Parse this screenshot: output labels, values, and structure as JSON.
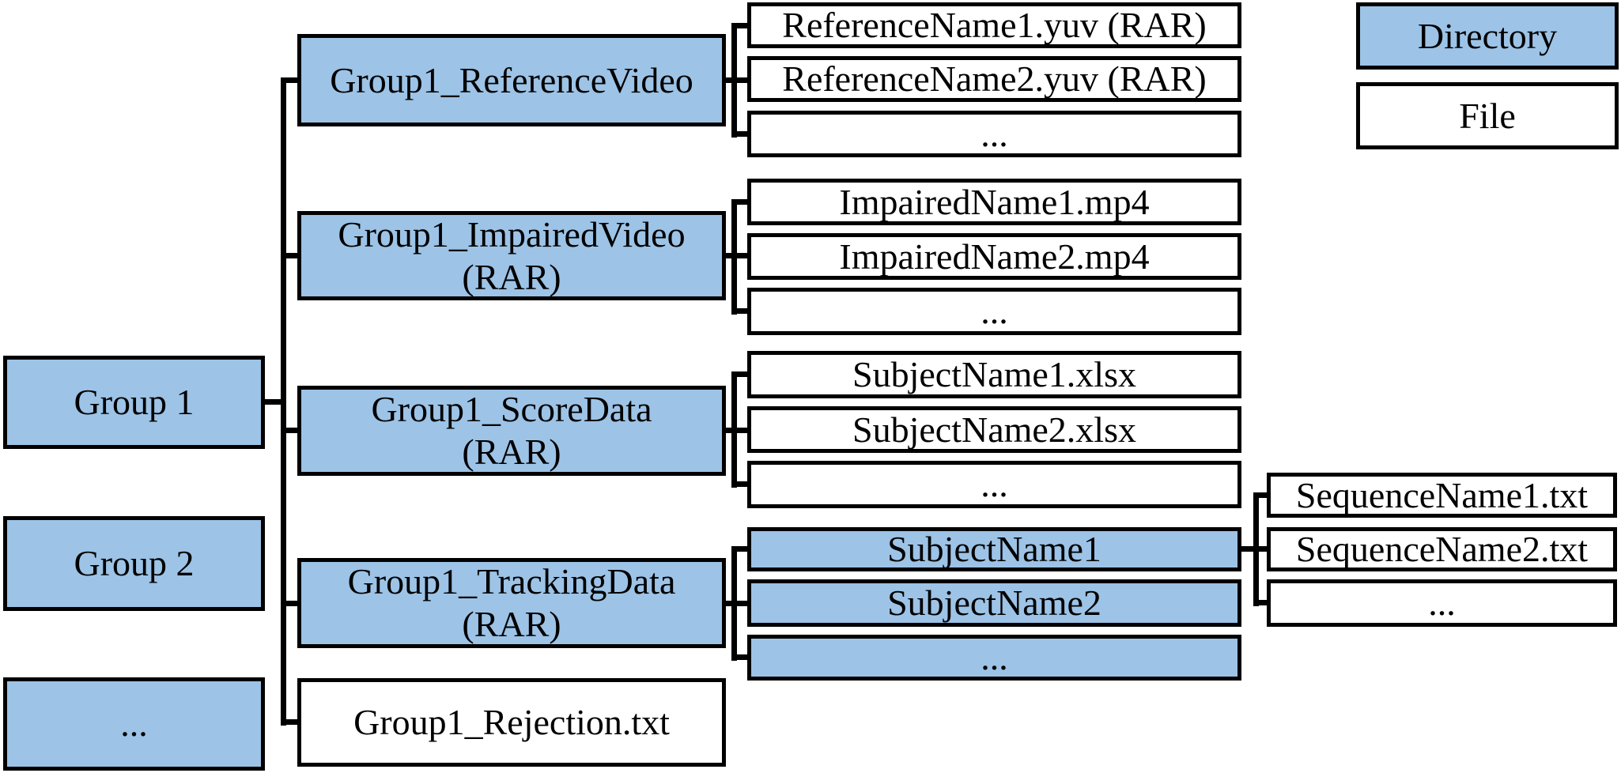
{
  "colors": {
    "directory_fill": "#9DC3E6",
    "file_fill": "#FFFFFF",
    "line": "#000000"
  },
  "legend": {
    "directory_label": "Directory",
    "file_label": "File"
  },
  "roots": {
    "group1": "Group 1",
    "group2": "Group 2",
    "more": "..."
  },
  "group1_dirs": {
    "reference_video": "Group1_ReferenceVideo",
    "impaired_video": "Group1_ImpairedVideo",
    "impaired_video_note": "(RAR)",
    "score_data": "Group1_ScoreData",
    "score_data_note": "(RAR)",
    "tracking_data": "Group1_TrackingData",
    "tracking_data_note": "(RAR)",
    "rejection_file": "Group1_Rejection.txt"
  },
  "reference_files": [
    "ReferenceName1.yuv (RAR)",
    "ReferenceName2.yuv (RAR)",
    "..."
  ],
  "impaired_files": [
    "ImpairedName1.mp4",
    "ImpairedName2.mp4",
    "..."
  ],
  "score_files": [
    "SubjectName1.xlsx",
    "SubjectName2.xlsx",
    "..."
  ],
  "tracking_dirs": [
    "SubjectName1",
    "SubjectName2",
    "..."
  ],
  "sequence_files": [
    "SequenceName1.txt",
    "SequenceName2.txt",
    "..."
  ]
}
